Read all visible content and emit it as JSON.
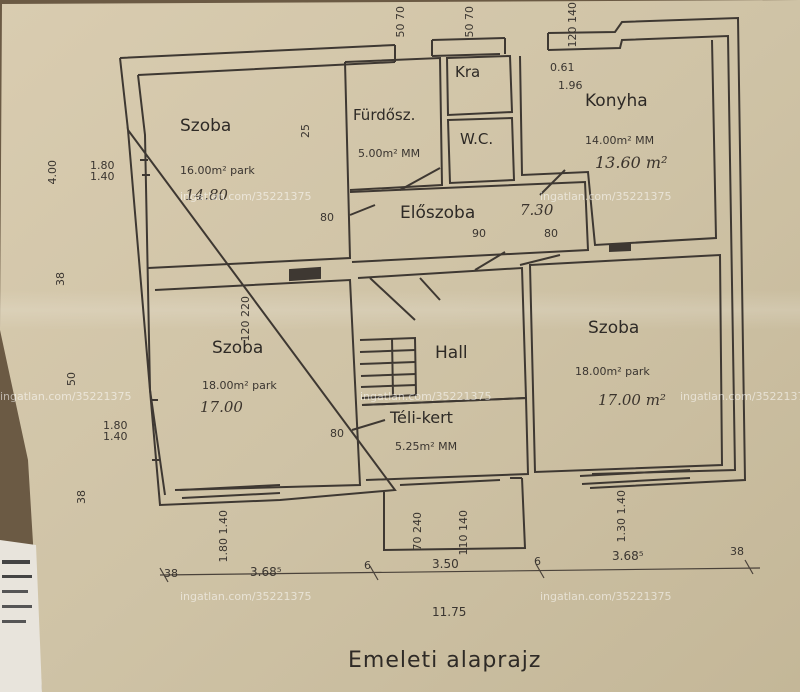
{
  "rooms": {
    "szoba_tl": {
      "name": "Szoba",
      "area": "16.00m² park",
      "hand": "14.80"
    },
    "furdoszoba": {
      "name": "Fürdősz.",
      "area": "5.00m² MM"
    },
    "kamra": {
      "name": "Kra"
    },
    "wc": {
      "name": "W.C."
    },
    "konyha": {
      "name": "Konyha",
      "area": "14.00m² MM",
      "hand": "13.60 m²"
    },
    "eloszoba": {
      "name": "Előszoba",
      "hand": "7.30"
    },
    "szoba_ml": {
      "name": "Szoba",
      "area": "18.00m² park",
      "hand": "17.00"
    },
    "hall": {
      "name": "Hall"
    },
    "szoba_r": {
      "name": "Szoba",
      "area": "18.00m² park",
      "hand": "17.00 m²"
    },
    "telikert": {
      "name": "Téli-kert",
      "area": "5.25m² MM"
    }
  },
  "dims": {
    "top1": [
      "50",
      "70"
    ],
    "top2": [
      "50",
      "70"
    ],
    "top3": [
      "120",
      "140"
    ],
    "left1": [
      "1.80",
      "1.40"
    ],
    "left1b": [
      "4.00"
    ],
    "left2": [
      "1.80",
      "1.40"
    ],
    "left3": [
      "38"
    ],
    "left4": [
      "38"
    ],
    "left5": [
      "50"
    ],
    "mid1": [
      "120",
      "220"
    ],
    "bot1": [
      "1.80",
      "1.40"
    ],
    "bot2": [
      "70",
      "240"
    ],
    "bot3": [
      "110",
      "140"
    ],
    "bot4": [
      "1.30",
      "1.40"
    ],
    "d80a": "80",
    "d80b": "80",
    "d80c": "80",
    "d90": "90",
    "d25": "25",
    "d061": "0.61",
    "d196": "1.96",
    "seg1": "3.68⁵",
    "seg2": "3.50",
    "seg3": "3.68⁵",
    "sep1": "6",
    "sep2": "6",
    "left_end": "38",
    "right_end": "38",
    "total": "11.75"
  },
  "title": "Emeleti alaprajz",
  "watermark": "ingatlan.com/35221375"
}
